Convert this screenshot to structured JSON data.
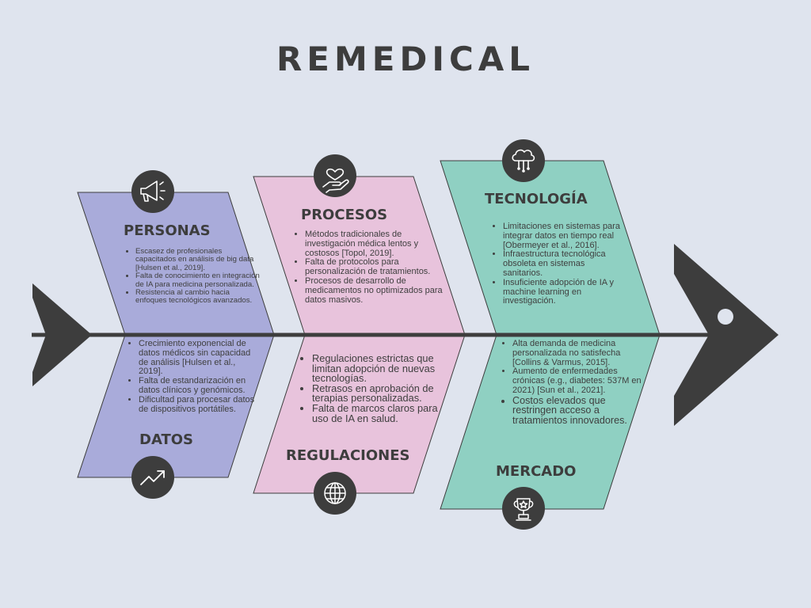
{
  "title": "REMEDICAL",
  "colors": {
    "background": "#dfe4ee",
    "personas": "#a9abda",
    "procesos": "#e8c3dc",
    "tecnologia": "#8fd0c2",
    "spine": "#3d3d3d",
    "icon_circle": "#3d3d3d"
  },
  "categories": {
    "personas": {
      "label": "PERSONAS",
      "icon": "megaphone-icon",
      "items": [
        "Escasez de profesionales capacitados en análisis de big data [Hulsen et al., 2019].",
        "Falta de conocimiento en integración de IA para medicina personalizada.",
        "Resistencia al cambio hacia enfoques tecnológicos avanzados."
      ]
    },
    "procesos": {
      "label": "PROCESOS",
      "icon": "heart-hand-icon",
      "items": [
        "Métodos tradicionales de investigación médica lentos y costosos [Topol, 2019].",
        "Falta de protocolos para personalización de tratamientos.",
        "Procesos de desarrollo de medicamentos no optimizados para datos masivos."
      ]
    },
    "tecnologia": {
      "label": "TECNOLOGÍA",
      "icon": "cloud-network-icon",
      "items": [
        "Limitaciones en sistemas para integrar datos en tiempo real [Obermeyer et al., 2016].",
        "Infraestructura tecnológica obsoleta en sistemas sanitarios.",
        "Insuficiente adopción de IA y machine learning en investigación."
      ]
    },
    "datos": {
      "label": "DATOS",
      "icon": "trend-up-icon",
      "items": [
        "Crecimiento exponencial de datos médicos sin capacidad de análisis [Hulsen et al., 2019].",
        "Falta de estandarización en datos clínicos y genómicos.",
        "Dificultad para procesar datos de dispositivos portátiles."
      ]
    },
    "regulaciones": {
      "label": "REGULACIONES",
      "icon": "globe-icon",
      "items": [
        "Regulaciones estrictas que limitan adopción de nuevas tecnologías.",
        "Retrasos en aprobación de terapias personalizadas.",
        "Falta de marcos claros para uso de IA en salud."
      ]
    },
    "mercado": {
      "label": "MERCADO",
      "icon": "trophy-icon",
      "items": [
        "Alta demanda de medicina personalizada no satisfecha [Collins & Varmus, 2015].",
        "Aumento de enfermedades crónicas (e.g., diabetes: 537M en 2021) [Sun et al., 2021].",
        "Costos elevados que restringen acceso a tratamientos innovadores."
      ]
    }
  }
}
